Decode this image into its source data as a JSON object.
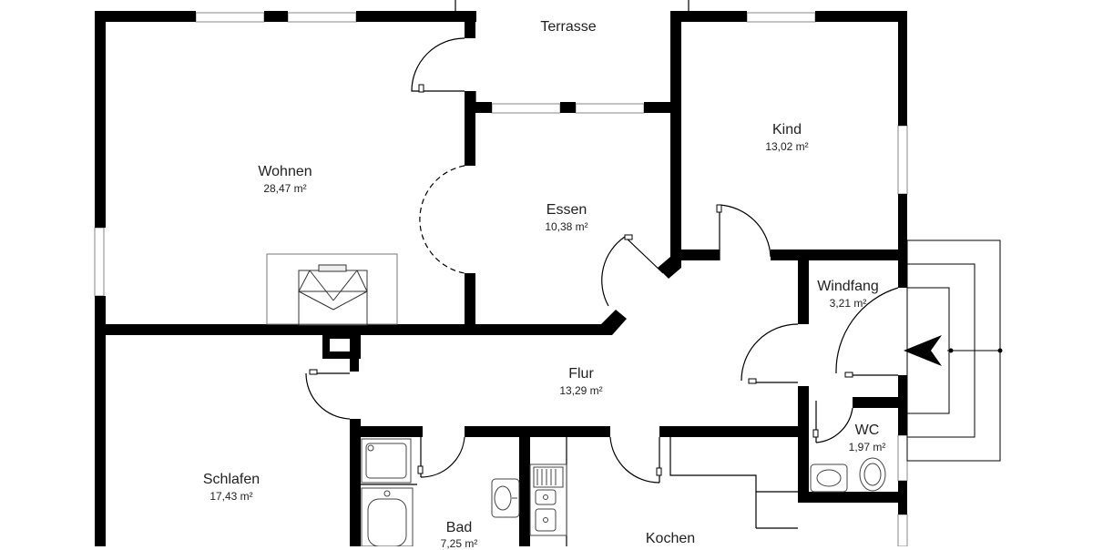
{
  "plan": {
    "rooms": [
      {
        "id": "terrasse",
        "name": "Terrasse",
        "area": ""
      },
      {
        "id": "wohnen",
        "name": "Wohnen",
        "area": "28,47 m²"
      },
      {
        "id": "kind",
        "name": "Kind",
        "area": "13,02 m²"
      },
      {
        "id": "essen",
        "name": "Essen",
        "area": "10,38 m²"
      },
      {
        "id": "windfang",
        "name": "Windfang",
        "area": "3,21 m²"
      },
      {
        "id": "flur",
        "name": "Flur",
        "area": "13,29 m²"
      },
      {
        "id": "wc",
        "name": "WC",
        "area": "1,97 m²"
      },
      {
        "id": "schlafen",
        "name": "Schlafen",
        "area": "17,43 m²"
      },
      {
        "id": "bad",
        "name": "Bad",
        "area": "7,25 m²"
      },
      {
        "id": "kochen",
        "name": "Kochen",
        "area": ""
      }
    ]
  }
}
